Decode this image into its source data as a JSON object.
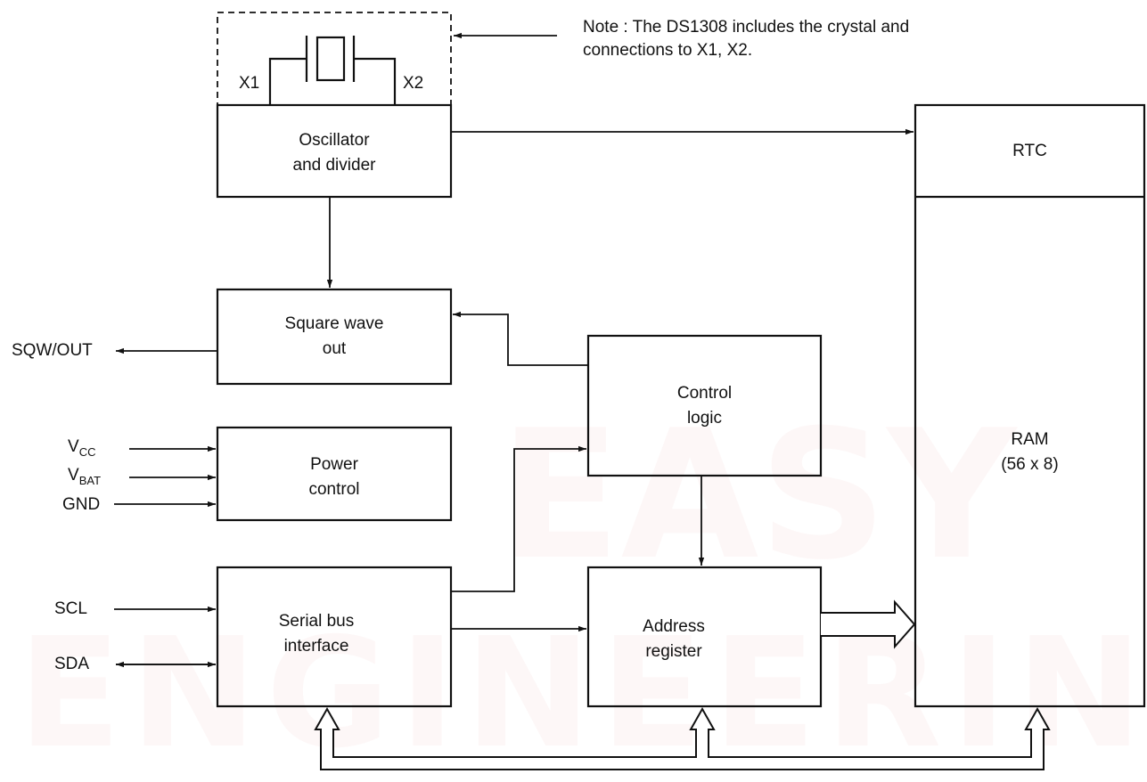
{
  "note": {
    "line1": "Note : The DS1308 includes the crystal and",
    "line2": "connections to X1, X2."
  },
  "crystal": {
    "x1_label": "X1",
    "x2_label": "X2"
  },
  "blocks": {
    "oscillator": {
      "line1": "Oscillator",
      "line2": "and divider"
    },
    "square_wave": {
      "line1": "Square wave",
      "line2": "out"
    },
    "power_control": {
      "line1": "Power",
      "line2": "control"
    },
    "serial_bus": {
      "line1": "Serial bus",
      "line2": "interface"
    },
    "control_logic": {
      "line1": "Control",
      "line2": "logic"
    },
    "address_register": {
      "line1": "Address",
      "line2": "register"
    },
    "rtc": {
      "label": "RTC"
    },
    "ram": {
      "line1": "RAM",
      "line2": "(56 x 8)"
    }
  },
  "pins": {
    "sqw_out": "SQW/OUT",
    "vcc": {
      "main": "V",
      "sub": "CC"
    },
    "vbat": {
      "main": "V",
      "sub": "BAT"
    },
    "gnd": "GND",
    "scl": "SCL",
    "sda": "SDA"
  },
  "colors": {
    "line": "#111111",
    "background": "#ffffff"
  }
}
